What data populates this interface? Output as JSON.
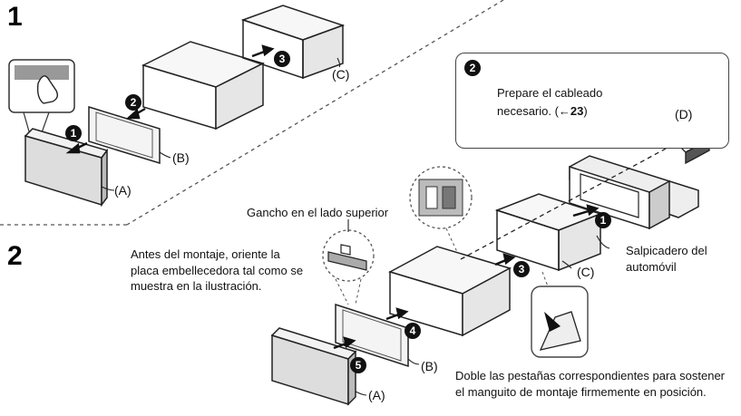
{
  "steps": {
    "one": {
      "number": "1"
    },
    "two": {
      "number": "2"
    }
  },
  "markers": {
    "s1": [
      "1",
      "2",
      "3"
    ],
    "s2": [
      "1",
      "3",
      "4",
      "5"
    ],
    "callout": "2"
  },
  "labels": {
    "a": "(A)",
    "b": "(B)",
    "c": "(C)",
    "d": "(D)"
  },
  "callout": {
    "line1": "Prepare el cableado",
    "line2": "necesario. (",
    "ref": "23",
    "close": ")"
  },
  "text": {
    "hook": "Gancho en el lado superior",
    "orient": "Antes del montaje, oriente la\nplaca embellecedora tal como se\nmuestra en la ilustración.",
    "dash": "Salpicadero del\nautomóvil",
    "tabs": "Doble las pestañas correspondientes para sostener\nel manguito de montaje firmemente en posición."
  },
  "icons": {
    "callout_ref_arrow": "left-arrow-icon",
    "hand": "hand-pointer-icon",
    "connector": "wiring-connector-icon"
  }
}
